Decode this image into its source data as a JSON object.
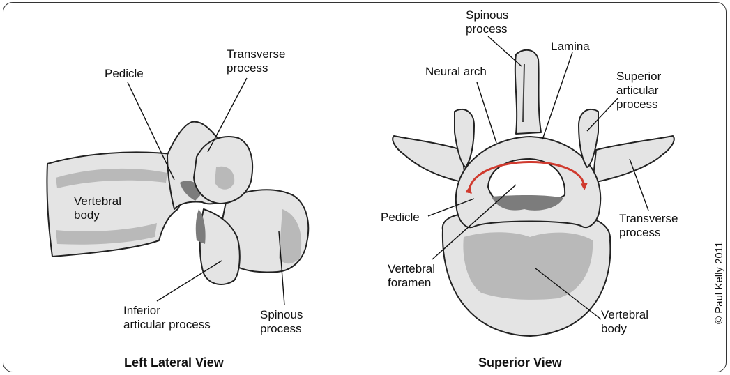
{
  "left_view": {
    "title": "Left Lateral View",
    "labels": {
      "pedicle": "Pedicle",
      "transverse_process": "Transverse\nprocess",
      "vertebral_body": "Vertebral\nbody",
      "inferior_articular_process": "Inferior\narticular process",
      "spinous_process": "Spinous\nprocess"
    }
  },
  "right_view": {
    "title": "Superior View",
    "labels": {
      "spinous_process": "Spinous\nprocess",
      "lamina": "Lamina",
      "neural_arch": "Neural arch",
      "superior_articular_process": "Superior\narticular\nprocess",
      "pedicle": "Pedicle",
      "transverse_process": "Transverse\nprocess",
      "vertebral_foramen": "Vertebral\nforamen",
      "vertebral_body": "Vertebral\nbody"
    }
  },
  "copyright": "© Paul Kelly 2011",
  "colors": {
    "bone": "#e4e4e4",
    "bone_shadow": "#b9b9b9",
    "bone_dark": "#7c7c7c",
    "outline": "#222222",
    "arch_arrow": "#d03a2e"
  }
}
